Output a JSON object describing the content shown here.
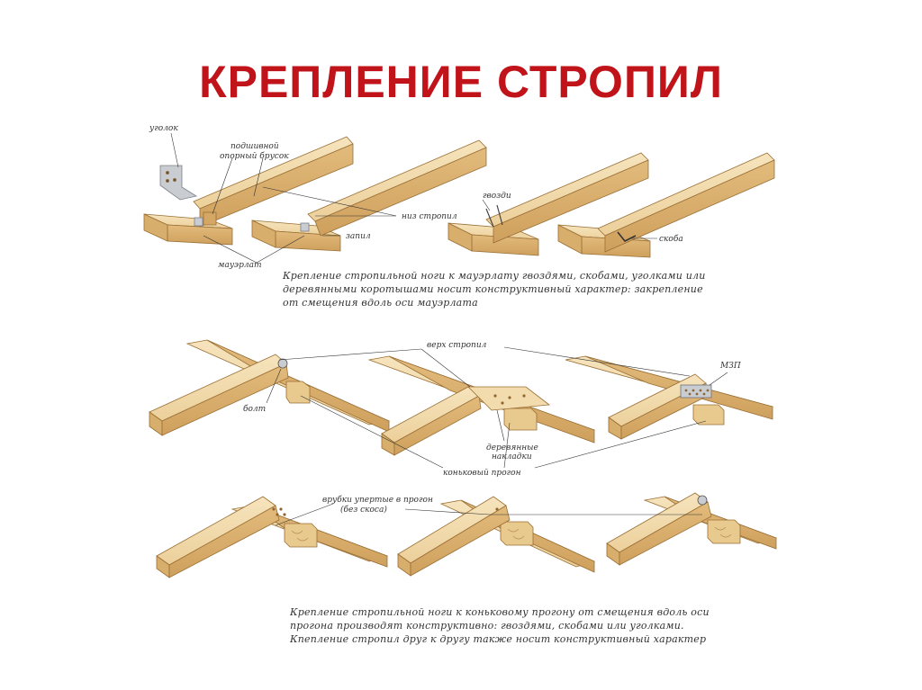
{
  "title": "КРЕПЛЕНИЕ СТРОПИЛ",
  "colors": {
    "title": "#c0141a",
    "wood_light": "#f3dcae",
    "wood_mid": "#e7c487",
    "wood_dark": "#c99a57",
    "wood_edge": "#9a6f35",
    "metal": "#c9ccd1",
    "leader": "#333333"
  },
  "labels": {
    "ugolok": "уголок",
    "podshivnoy_1": "подшивной",
    "podshivnoy_2": "опорный брусок",
    "gvozdi": "гвозди",
    "niz_stropil": "низ стропил",
    "zapil": "запил",
    "skoba": "скоба",
    "mauerlat": "мауэрлат",
    "verh_stropil": "верх стропил",
    "mzp": "МЗП",
    "bolt": "болт",
    "nakladki_1": "деревянные",
    "nakladki_2": "накладки",
    "konkovy_progon": "коньковый прогон",
    "vrubki_1": "врубки упертые в прогон",
    "vrubki_2": "(без скоса)"
  },
  "captions": {
    "top": [
      "Крепление стропильной ноги к мауэрлату гвоздями, скобами, уголками или",
      "деревянными коротышами носит конструктивный характер: закрепление",
      "от смещения вдоль оси мауэрлата"
    ],
    "bottom": [
      "Крепление стропильной ноги к коньковому прогону от смещения вдоль оси",
      "прогона производят конструктивно: гвоздями, скобами или уголками.",
      "Кпепление стропил друг к другу также носит конструктивный характер"
    ]
  }
}
